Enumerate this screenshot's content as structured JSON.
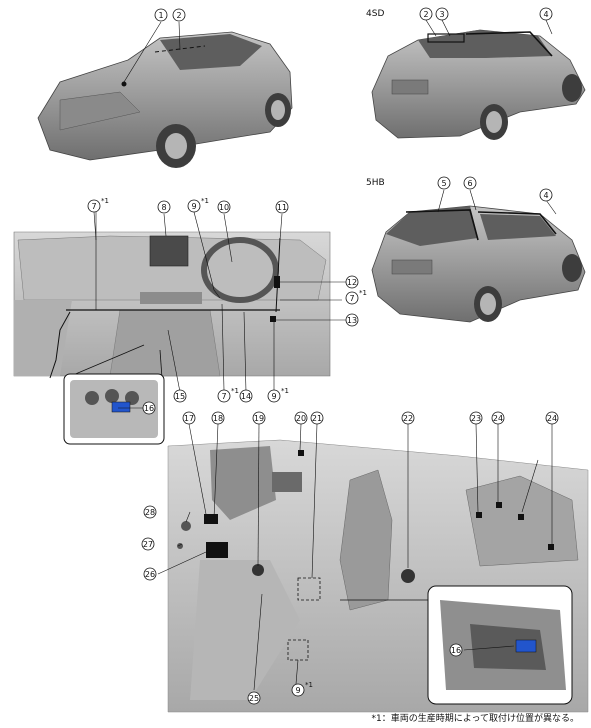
{
  "body_types": {
    "sedan": "4SD",
    "hatchback": "5HB"
  },
  "callouts": [
    {
      "id": "c1",
      "num": "1",
      "sup": ""
    },
    {
      "id": "c2",
      "num": "2",
      "sup": ""
    },
    {
      "id": "c2b",
      "num": "2",
      "sup": ""
    },
    {
      "id": "c3",
      "num": "3",
      "sup": ""
    },
    {
      "id": "c4",
      "num": "4",
      "sup": ""
    },
    {
      "id": "c4b",
      "num": "4",
      "sup": ""
    },
    {
      "id": "c5",
      "num": "5",
      "sup": ""
    },
    {
      "id": "c6",
      "num": "6",
      "sup": ""
    },
    {
      "id": "c7a",
      "num": "7",
      "sup": "*1"
    },
    {
      "id": "c8",
      "num": "8",
      "sup": ""
    },
    {
      "id": "c9a",
      "num": "9",
      "sup": "*1"
    },
    {
      "id": "c10",
      "num": "10",
      "sup": ""
    },
    {
      "id": "c11",
      "num": "11",
      "sup": ""
    },
    {
      "id": "c12",
      "num": "12",
      "sup": ""
    },
    {
      "id": "c7b",
      "num": "7",
      "sup": "*1"
    },
    {
      "id": "c13",
      "num": "13",
      "sup": ""
    },
    {
      "id": "c7c",
      "num": "7",
      "sup": "*1"
    },
    {
      "id": "c14",
      "num": "14",
      "sup": ""
    },
    {
      "id": "c9b",
      "num": "9",
      "sup": "*1"
    },
    {
      "id": "c15",
      "num": "15",
      "sup": ""
    },
    {
      "id": "c16a",
      "num": "16",
      "sup": ""
    },
    {
      "id": "c17",
      "num": "17",
      "sup": ""
    },
    {
      "id": "c18",
      "num": "18",
      "sup": ""
    },
    {
      "id": "c19",
      "num": "19",
      "sup": ""
    },
    {
      "id": "c20",
      "num": "20",
      "sup": ""
    },
    {
      "id": "c21",
      "num": "21",
      "sup": ""
    },
    {
      "id": "c22",
      "num": "22",
      "sup": ""
    },
    {
      "id": "c23",
      "num": "23",
      "sup": ""
    },
    {
      "id": "c24a",
      "num": "24",
      "sup": ""
    },
    {
      "id": "c24b",
      "num": "24",
      "sup": ""
    },
    {
      "id": "c28",
      "num": "28",
      "sup": ""
    },
    {
      "id": "c27",
      "num": "27",
      "sup": ""
    },
    {
      "id": "c26",
      "num": "26",
      "sup": ""
    },
    {
      "id": "c16b",
      "num": "16",
      "sup": ""
    },
    {
      "id": "c25",
      "num": "25",
      "sup": ""
    },
    {
      "id": "c9c",
      "num": "9",
      "sup": "*1"
    }
  ],
  "footnote": "*1：車両の生産時期によって取付け位置が異なる。",
  "colors": {
    "car_body": "#9a9a9a",
    "car_dark": "#6b6b6b",
    "antenna_mark": "#2255cc",
    "line": "#111111"
  }
}
